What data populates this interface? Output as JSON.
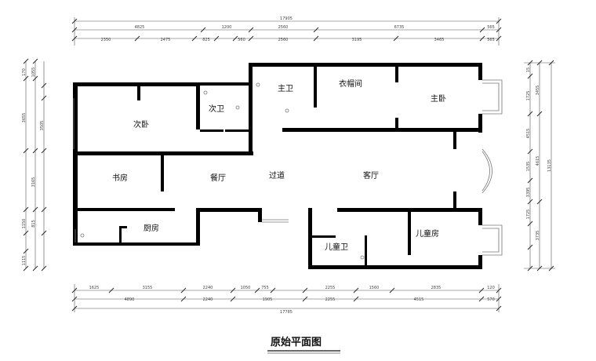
{
  "title": "原始平面图",
  "rooms": {
    "secondary_bedroom": "次卧",
    "secondary_bath": "次卫",
    "master_bath": "主卫",
    "cloakroom": "衣帽间",
    "master_bedroom": "主卧",
    "study": "书房",
    "dining": "餐厅",
    "corridor": "过道",
    "living": "客厅",
    "kitchen": "厨房",
    "kids_bath": "儿童卫",
    "kids_room": "儿童房"
  },
  "dimensions": {
    "top_total": "17905",
    "top_row1": [
      "4825",
      "1200",
      "2560",
      "6735",
      "565"
    ],
    "top_row2": [
      "2350",
      "2475",
      "825",
      "560",
      "2560",
      "3195",
      "3465",
      "565"
    ],
    "bottom_total": "17785",
    "bottom_row1": [
      "1625",
      "3155",
      "2240",
      "1050",
      "755",
      "2255",
      "1560",
      "2835",
      "120"
    ],
    "bottom_row2": [
      "4890",
      "2240",
      "1905",
      "2255",
      "4515",
      "570"
    ],
    "left_values": [
      "170",
      "1055",
      "3655",
      "3165",
      "1150",
      "815",
      "1115",
      "3505"
    ],
    "right_values": [
      "15",
      "1725",
      "3455",
      "4515",
      "1535",
      "3395",
      "1725",
      "4615",
      "3735"
    ],
    "right_total": "13135"
  }
}
